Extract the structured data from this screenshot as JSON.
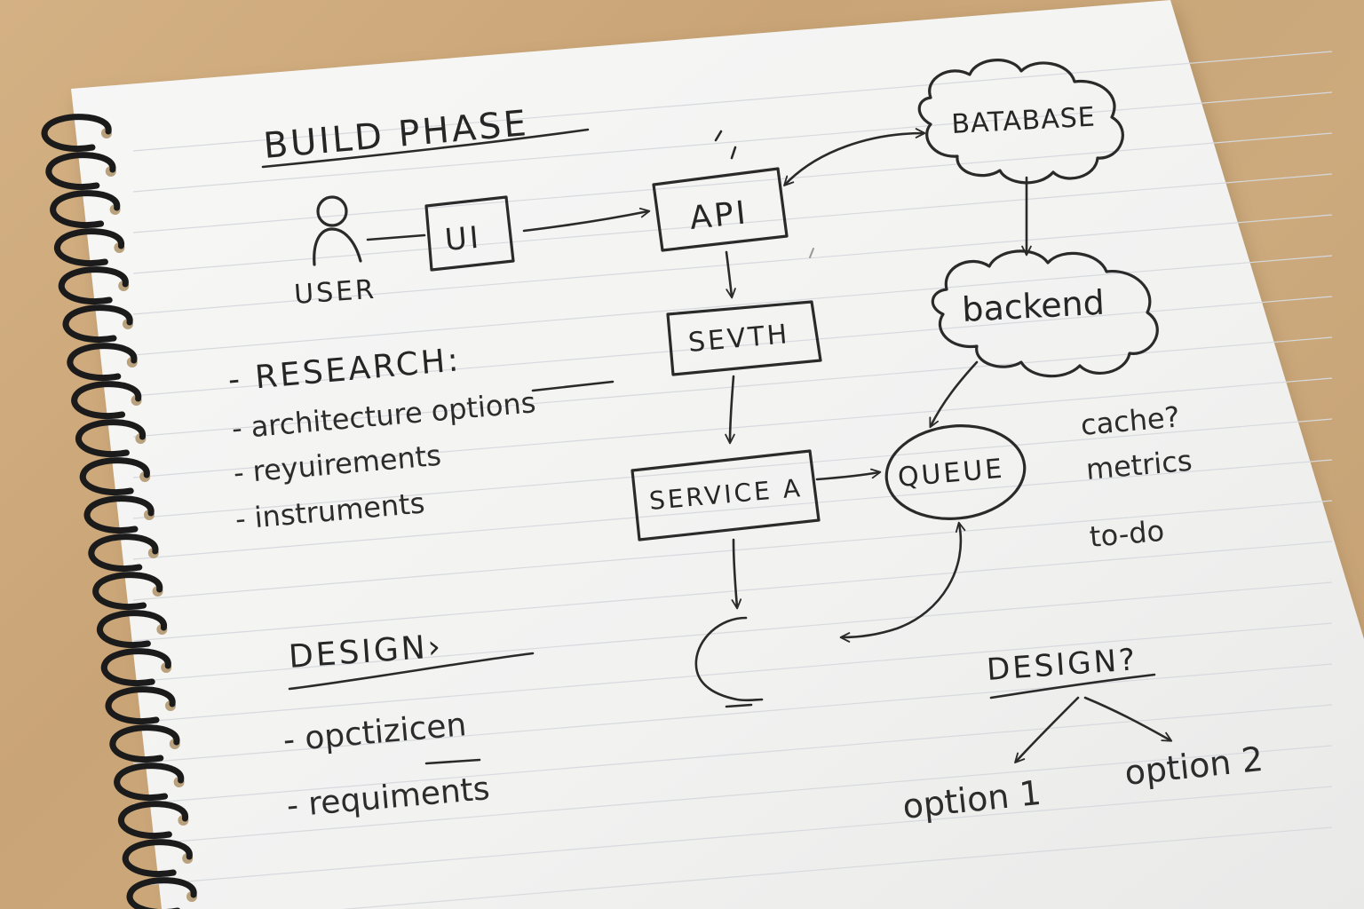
{
  "title": "BUILD PHASE",
  "nodes": {
    "user": "USER",
    "ui": "UI",
    "api": "API",
    "database": "BATABASE",
    "backend": "backend",
    "sevth": "SEVTH",
    "service_a": "SERVICE A",
    "queue": "QUEUE"
  },
  "research": {
    "heading": "- RESEARCH:",
    "items": [
      "- architecture options",
      "- reyuirements",
      "- instruments"
    ]
  },
  "design_left": {
    "heading": "DESIGN›",
    "items": [
      "- opctizicen",
      "- requiments"
    ]
  },
  "side_notes": [
    "cache?",
    "metrics",
    "to-do"
  ],
  "design_right": {
    "heading": "DESIGN?",
    "options": [
      "option 1",
      "option 2"
    ]
  }
}
